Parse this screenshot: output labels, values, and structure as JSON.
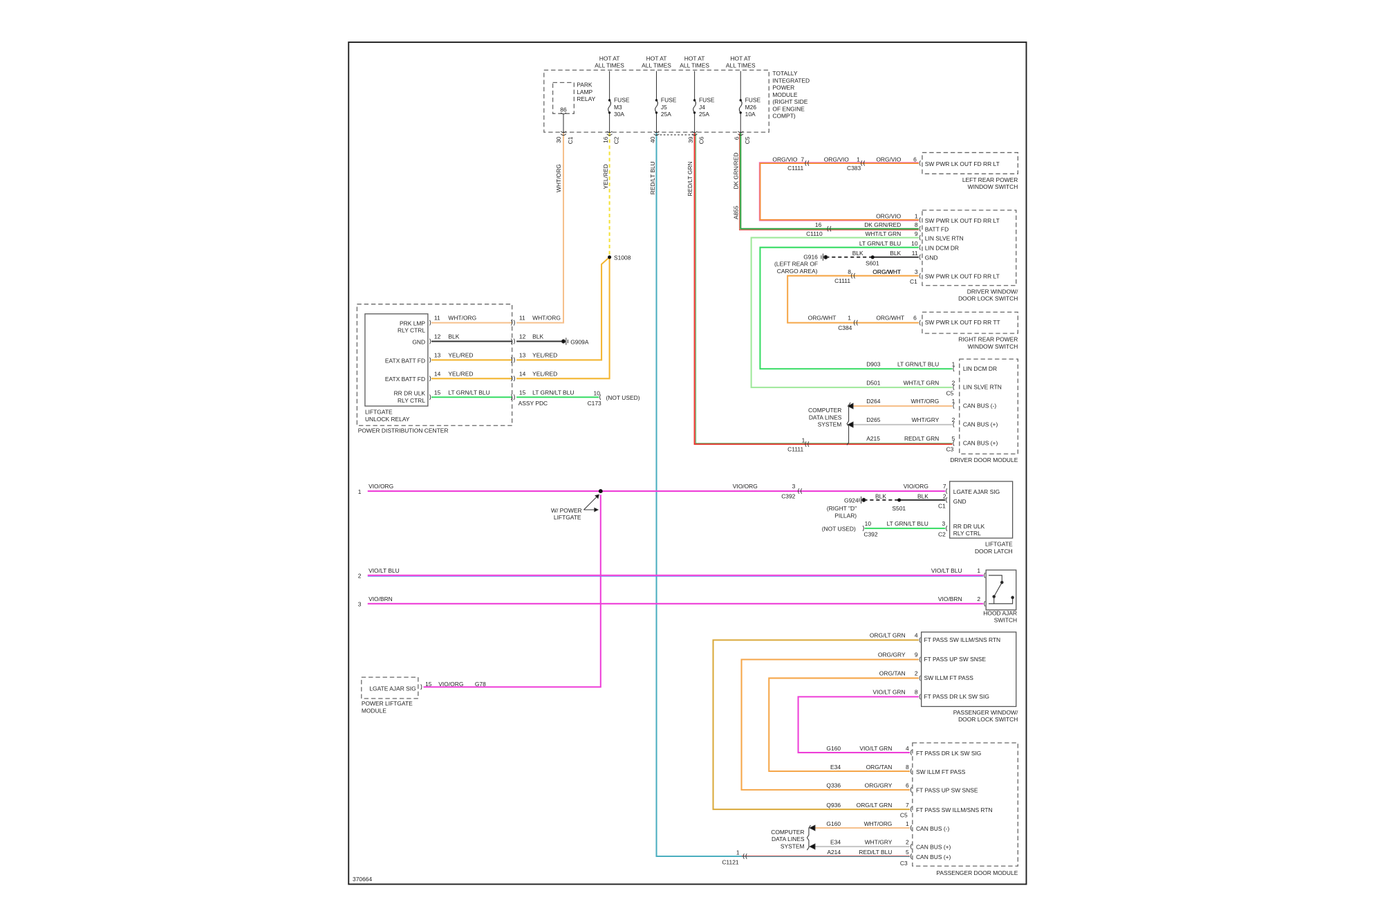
{
  "diagram_id": "370664",
  "wire_colors": {
    "wht_org": "#f6c08c",
    "yel": "#f5e23a",
    "yel_red": "#f3b530",
    "red": "#e8322a",
    "blk": "#333333",
    "teal": "#4aaebf",
    "grn": "#2e9a3a",
    "org_vio": "#f48a3a",
    "pink": "#f06ad8",
    "wht_lt_grn": "#9ee89a",
    "lt_grn_lt_blu": "#35dc62",
    "org": "#f5a649",
    "gry": "#c8c8c8",
    "vio": "#ee3fd8",
    "lt_blu": "#5b8ef0",
    "org_lt_grn": "#d9a93a"
  },
  "tipm": {
    "hot": [
      "HOT AT",
      "ALL TIMES"
    ],
    "name": [
      "TOTALLY",
      "INTEGRATED",
      "POWER",
      "MODULE",
      "(RIGHT SIDE",
      "OF ENGINE",
      "COMPT)"
    ],
    "relay": [
      "PARK",
      "LAMP",
      "RELAY"
    ],
    "relay_pin": "86",
    "relay_out": {
      "pin": "30",
      "conn": "C1"
    },
    "fuses": [
      {
        "label": "FUSE",
        "id": "M3",
        "rating": "30A",
        "pin": "16",
        "conn": "C2"
      },
      {
        "label": "FUSE",
        "id": "J5",
        "rating": "25A",
        "pin": "40",
        "conn": ""
      },
      {
        "label": "FUSE",
        "id": "J4",
        "rating": "25A",
        "pin": "39",
        "conn": "C6"
      },
      {
        "label": "FUSE",
        "id": "M26",
        "rating": "10A",
        "pin": "6",
        "conn": "C5"
      }
    ],
    "wires": [
      "WHT/ORG",
      "YEL/RED",
      "RED/LT BLU",
      "RED/LT GRN",
      "DK GRN/RED",
      "A855"
    ]
  },
  "splice_s1008": "S1008",
  "pdc": {
    "name": "POWER DISTRIBUTION CENTER",
    "relay_name": [
      "LIFTGATE",
      "UNLOCK RELAY"
    ],
    "relay_pins": [
      [
        "PRK LMP",
        "RLY CTRL"
      ],
      [
        "GND"
      ],
      [
        "EATX BATT FD"
      ],
      [
        "EATX BATT FD"
      ],
      [
        "RR DR ULK",
        "RLY CTRL"
      ]
    ],
    "circuits": [
      {
        "pin": "11",
        "color": "WHT/ORG"
      },
      {
        "pin": "12",
        "color": "BLK"
      },
      {
        "pin": "13",
        "color": "YEL/RED"
      },
      {
        "pin": "14",
        "color": "YEL/RED"
      },
      {
        "pin": "15",
        "color": "LT GRN/LT BLU"
      }
    ],
    "assy": "ASSY PDC",
    "ground": "G909A",
    "c173_pin": "10",
    "c173": "C173",
    "not_used": "(NOT USED)"
  },
  "left_rear_switch": {
    "name": [
      "LEFT REAR POWER",
      "WINDOW SWITCH"
    ],
    "pin_label": "SW PWR LK OUT FD RR LT",
    "color": "ORG/VIO",
    "c1111_pin": "7",
    "c1111": "C1111",
    "c383_pin": "1",
    "c383": "C383",
    "pin": "6"
  },
  "driver_switch": {
    "name": [
      "DRIVER WINDOW/",
      "DOOR LOCK SWITCH"
    ],
    "rows": [
      {
        "pin": "1",
        "color": "ORG/VIO",
        "label": "SW PWR LK OUT FD RR LT"
      },
      {
        "pin": "8",
        "color": "DK GRN/RED",
        "label": "BATT FD"
      },
      {
        "pin": "9",
        "color": "WHT/LT GRN",
        "label": "LIN SLVE RTN"
      },
      {
        "pin": "10",
        "color": "LT GRN/LT BLU",
        "label": "LIN DCM DR"
      },
      {
        "pin": "11",
        "color": "BLK",
        "label": "GND"
      },
      {
        "pin": "3",
        "color": "ORG/WHT",
        "label": "SW PWR LK OUT FD RR LT"
      }
    ],
    "c1110_pin": "16",
    "c1110": "C1110",
    "ground": "G916",
    "ground_loc": [
      "(LEFT REAR OF",
      "CARGO AREA)"
    ],
    "gnd_wire": "BLK",
    "splice": "S601",
    "c1111_pin": "8",
    "c1111": "C1111",
    "conn": "C1"
  },
  "right_rear_switch": {
    "name": [
      "RIGHT REAR POWER",
      "WINDOW SWITCH"
    ],
    "pin_label": "SW PWR LK OUT FD RR TT",
    "color": "ORG/WHT",
    "c384_pin": "1",
    "c384": "C384",
    "pin": "6"
  },
  "driver_door_module": {
    "name": "DRIVER DOOR MODULE",
    "rows": [
      {
        "circuit": "D903",
        "color": "LT GRN/LT BLU",
        "pin": "1",
        "label": "LIN DCM DR"
      },
      {
        "circuit": "D501",
        "color": "WHT/LT GRN",
        "pin": "2",
        "label": "LIN SLVE RTN"
      },
      {
        "circuit": "D264",
        "color": "WHT/ORG",
        "pin": "1",
        "label": "CAN BUS (-)"
      },
      {
        "circuit": "D265",
        "color": "WHT/GRY",
        "pin": "2",
        "label": "CAN BUS (+)"
      },
      {
        "circuit": "A215",
        "color": "RED/LT GRN",
        "pin": "5",
        "label": "CAN BUS (+)"
      }
    ],
    "conn_c5": "C5",
    "conn_c3": "C3",
    "data_lines": [
      "COMPUTER",
      "DATA LINES",
      "SYSTEM"
    ],
    "c1111_pin": "1",
    "c1111": "C1111"
  },
  "liftgate_latch": {
    "name": [
      "LIFTGATE",
      "DOOR LATCH"
    ],
    "row1_num": "1",
    "row1_color": "VIO/ORG",
    "option": [
      "W/ POWER",
      "LIFTGATE"
    ],
    "c392_pin": "3",
    "c392": "C392",
    "rows": [
      {
        "pin": "7",
        "color": "VIO/ORG",
        "label": [
          "LGATE AJAR SIG"
        ]
      },
      {
        "pin": "2",
        "color": "BLK",
        "label": [
          "GND"
        ]
      },
      {
        "pin": "3",
        "color": "LT GRN/LT BLU",
        "label": [
          "RR DR ULK",
          "RLY CTRL"
        ]
      }
    ],
    "conn_c1": "C1",
    "conn_c2": "C2",
    "ground": "G924",
    "ground_loc": [
      "(RIGHT \"D\"",
      "PILLAR)"
    ],
    "gnd_wire": "BLK",
    "splice": "S501",
    "not_used": "(NOT USED)",
    "c392b_pin": "10",
    "c392b": "C392"
  },
  "hood_switch": {
    "name": [
      "HOOD AJAR",
      "SWITCH"
    ],
    "rows": [
      {
        "num": "2",
        "color": "VIO/LT BLU",
        "pin": "1"
      },
      {
        "num": "3",
        "color": "VIO/BRN",
        "pin": "2"
      }
    ]
  },
  "power_liftgate_module": {
    "name": [
      "POWER LIFTGATE",
      "MODULE"
    ],
    "pin_label": "LGATE AJAR SIG",
    "pin": "15",
    "color": "VIO/ORG",
    "circuit": "G78"
  },
  "passenger_switch": {
    "name": [
      "PASSENGER WINDOW/",
      "DOOR LOCK SWITCH"
    ],
    "rows": [
      {
        "color": "ORG/LT GRN",
        "pin": "4",
        "label": "FT PASS SW ILLM/SNS RTN"
      },
      {
        "color": "ORG/GRY",
        "pin": "9",
        "label": "FT PASS UP SW SNSE"
      },
      {
        "color": "ORG/TAN",
        "pin": "2",
        "label": "SW ILLM FT PASS"
      },
      {
        "color": "VIO/LT GRN",
        "pin": "8",
        "label": "FT PASS DR LK SW SIG"
      }
    ]
  },
  "passenger_door_module": {
    "name": "PASSENGER DOOR MODULE",
    "rows": [
      {
        "circuit": "G160",
        "color": "VIO/LT GRN",
        "pin": "4",
        "label": "FT PASS DR LK SW SIG"
      },
      {
        "circuit": "E34",
        "color": "ORG/TAN",
        "pin": "8",
        "label": "SW ILLM FT PASS"
      },
      {
        "circuit": "Q336",
        "color": "ORG/GRY",
        "pin": "6",
        "label": "FT PASS UP SW SNSE"
      },
      {
        "circuit": "Q936",
        "color": "ORG/LT GRN",
        "pin": "7",
        "label": "FT PASS SW ILLM/SNS RTN"
      },
      {
        "circuit": "G160",
        "color": "WHT/ORG",
        "pin": "1",
        "label": "CAN BUS (-)"
      },
      {
        "circuit": "E34",
        "color": "WHT/GRY",
        "pin": "2",
        "label": "CAN BUS (+)"
      },
      {
        "circuit": "A214",
        "color": "RED/LT BLU",
        "pin": "5",
        "label": "CAN BUS (+)"
      }
    ],
    "conn_c5": "C5",
    "conn_c3": "C3",
    "data_lines": [
      "COMPUTER",
      "DATA LINES",
      "SYSTEM"
    ],
    "c1121_pin": "1",
    "c1121": "C1121"
  }
}
